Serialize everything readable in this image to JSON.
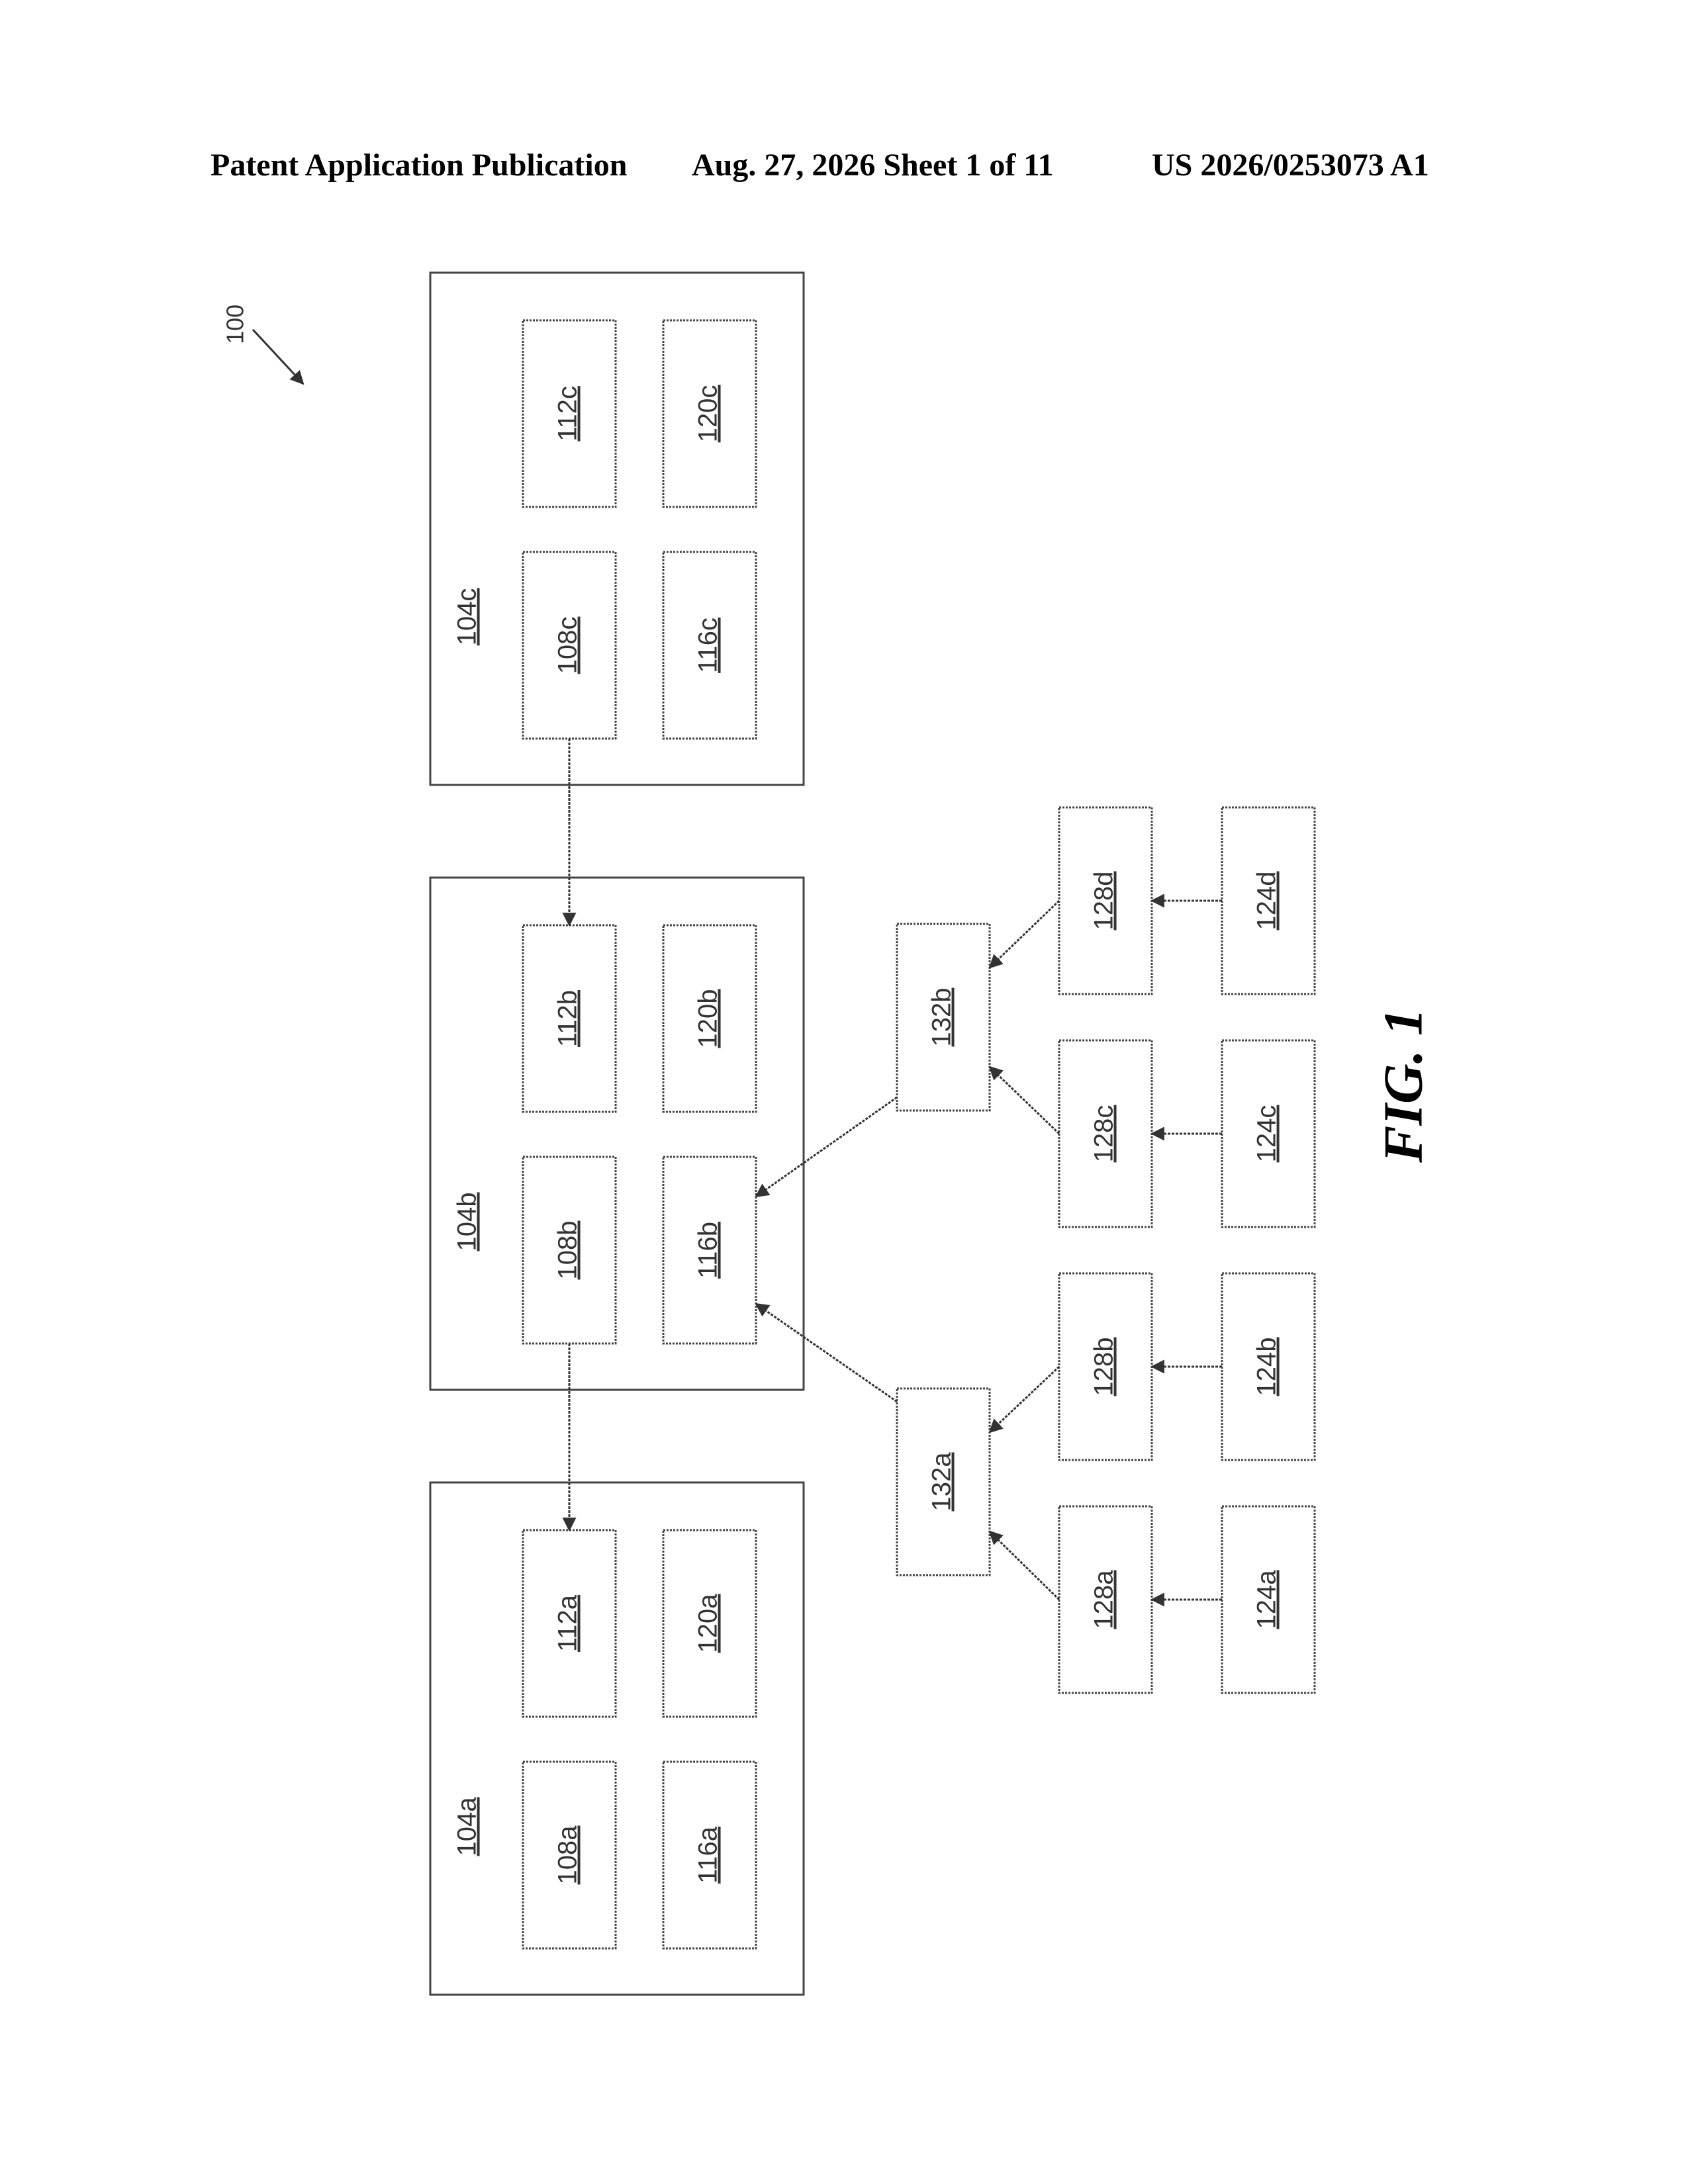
{
  "header": {
    "left": "Patent Application Publication",
    "middle": "Aug. 27, 2026  Sheet 1 of 11",
    "right": "US 2026/0253073 A1"
  },
  "figure": {
    "ref": "100",
    "caption": "FIG. 1",
    "containers": [
      {
        "id": "104a",
        "label": "104a",
        "boxes": [
          "108a",
          "112a",
          "116a",
          "120a"
        ]
      },
      {
        "id": "104b",
        "label": "104b",
        "boxes": [
          "108b",
          "112b",
          "116b",
          "120b"
        ]
      },
      {
        "id": "104c",
        "label": "104c",
        "boxes": [
          "108c",
          "112c",
          "116c",
          "120c"
        ]
      }
    ],
    "hubs": [
      "132a",
      "132b"
    ],
    "mid": [
      "128a",
      "128b",
      "128c",
      "128d"
    ],
    "leaves": [
      "124a",
      "124b",
      "124c",
      "124d"
    ],
    "connections": [
      {
        "from": "108c",
        "to": "112b"
      },
      {
        "from": "108b",
        "to": "112a"
      },
      {
        "from": "132b",
        "to": "116b"
      },
      {
        "from": "132a",
        "to": "116b"
      },
      {
        "from": "128d",
        "to": "132b"
      },
      {
        "from": "128c",
        "to": "132b"
      },
      {
        "from": "128b",
        "to": "132a"
      },
      {
        "from": "128a",
        "to": "132a"
      },
      {
        "from": "124a",
        "to": "128a"
      },
      {
        "from": "124b",
        "to": "128b"
      },
      {
        "from": "124c",
        "to": "128c"
      },
      {
        "from": "124d",
        "to": "128d"
      }
    ]
  }
}
